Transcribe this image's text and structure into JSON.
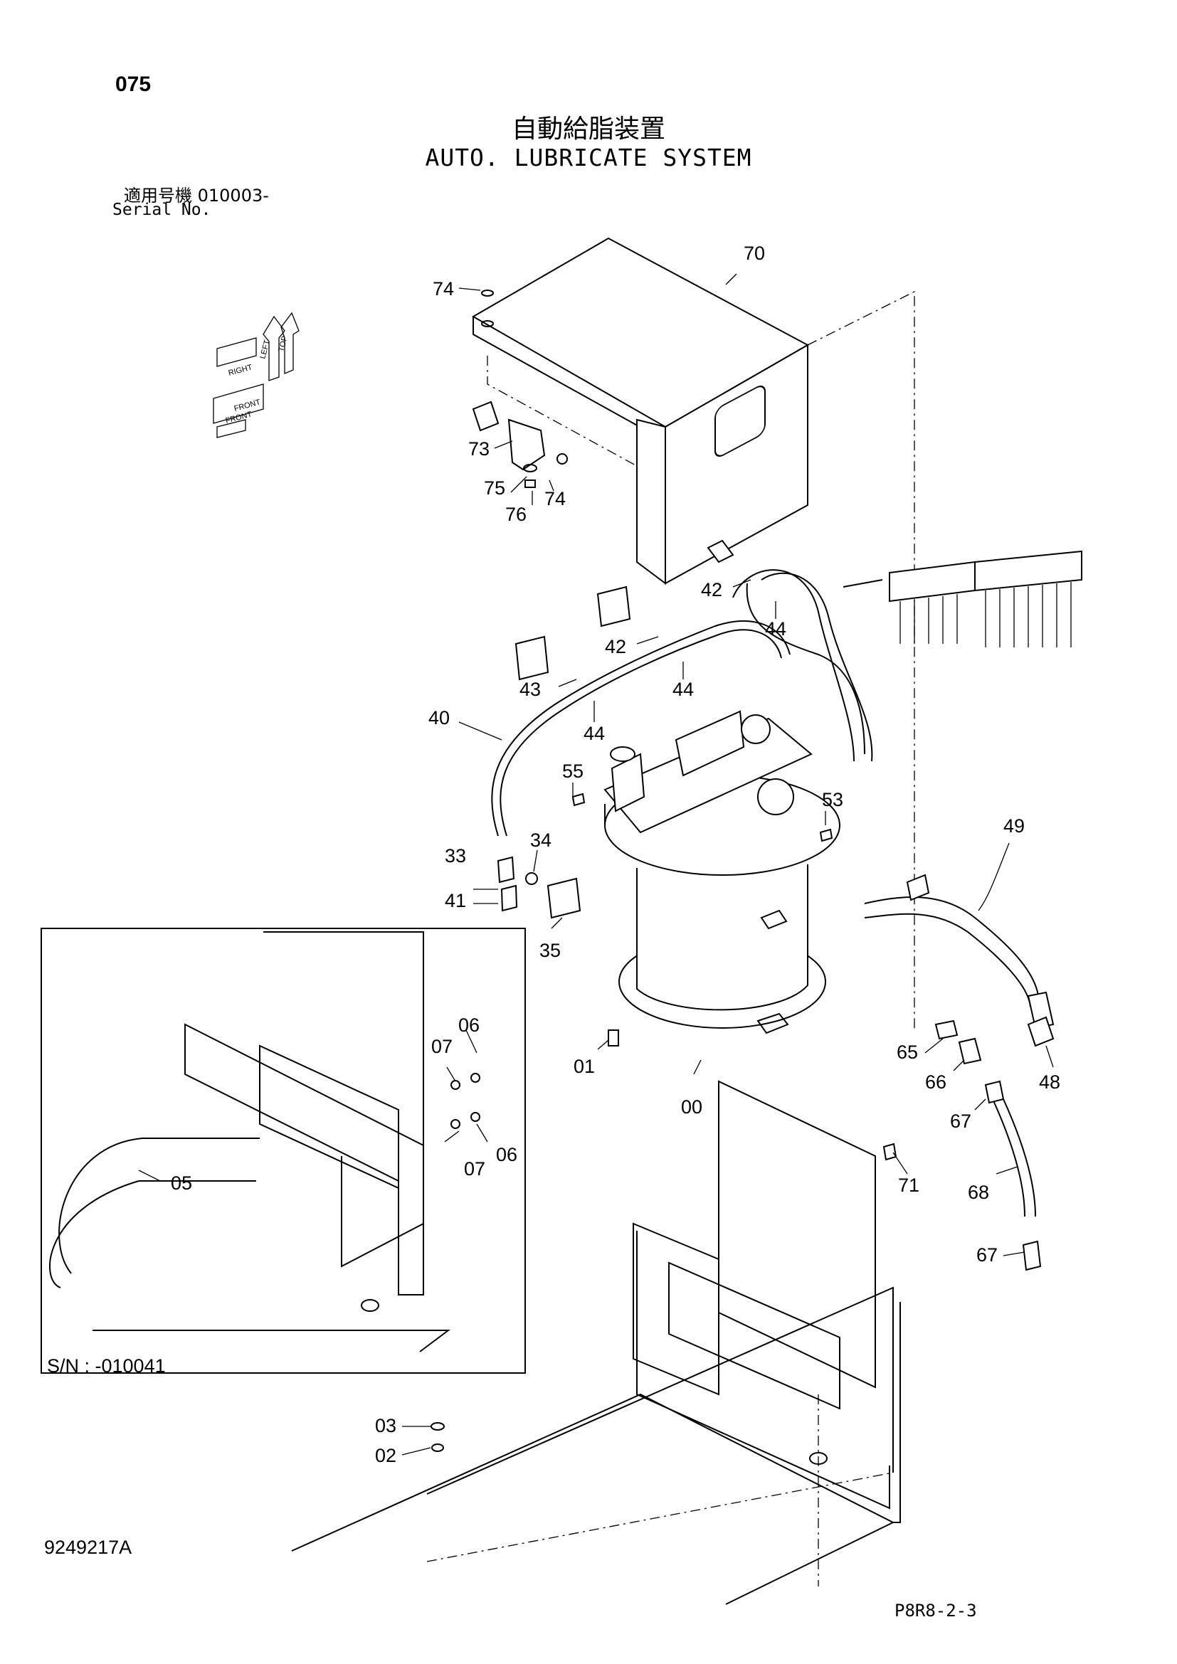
{
  "header": {
    "page_no": "075",
    "title_jp": "自動給脂装置",
    "title_en": "AUTO. LUBRICATE SYSTEM",
    "serial_jp": "適用号機  010003-",
    "serial_en": "Serial No."
  },
  "footer": {
    "drawing_no": "9249217A",
    "sheet_ref": "P8R8-2-3"
  },
  "inset": {
    "label": "S/N : -010041"
  },
  "orientation_marker": {
    "labels": [
      "FRONT",
      "RIGHT",
      "LEFT",
      "TOP",
      "FRONT"
    ]
  },
  "callouts": [
    {
      "id": "c70",
      "text": "70"
    },
    {
      "id": "c74a",
      "text": "74"
    },
    {
      "id": "c73",
      "text": "73"
    },
    {
      "id": "c74b",
      "text": "74"
    },
    {
      "id": "c75",
      "text": "75"
    },
    {
      "id": "c76",
      "text": "76"
    },
    {
      "id": "c42a",
      "text": "42"
    },
    {
      "id": "c44a",
      "text": "44"
    },
    {
      "id": "c42b",
      "text": "42"
    },
    {
      "id": "c44b",
      "text": "44"
    },
    {
      "id": "c43",
      "text": "43"
    },
    {
      "id": "c44c",
      "text": "44"
    },
    {
      "id": "c40",
      "text": "40"
    },
    {
      "id": "c55",
      "text": "55"
    },
    {
      "id": "c53",
      "text": "53"
    },
    {
      "id": "c34",
      "text": "34"
    },
    {
      "id": "c33",
      "text": "33"
    },
    {
      "id": "c41",
      "text": "41"
    },
    {
      "id": "c35",
      "text": "35"
    },
    {
      "id": "c49",
      "text": "49"
    },
    {
      "id": "c65",
      "text": "65"
    },
    {
      "id": "c66",
      "text": "66"
    },
    {
      "id": "c48",
      "text": "48"
    },
    {
      "id": "c67a",
      "text": "67"
    },
    {
      "id": "c68",
      "text": "68"
    },
    {
      "id": "c67b",
      "text": "67"
    },
    {
      "id": "c71",
      "text": "71"
    },
    {
      "id": "c01",
      "text": "01"
    },
    {
      "id": "c00",
      "text": "00"
    },
    {
      "id": "c06a",
      "text": "06"
    },
    {
      "id": "c07a",
      "text": "07"
    },
    {
      "id": "c06b",
      "text": "06"
    },
    {
      "id": "c07b",
      "text": "07"
    },
    {
      "id": "c05",
      "text": "05"
    },
    {
      "id": "c03",
      "text": "03"
    },
    {
      "id": "c02",
      "text": "02"
    }
  ]
}
